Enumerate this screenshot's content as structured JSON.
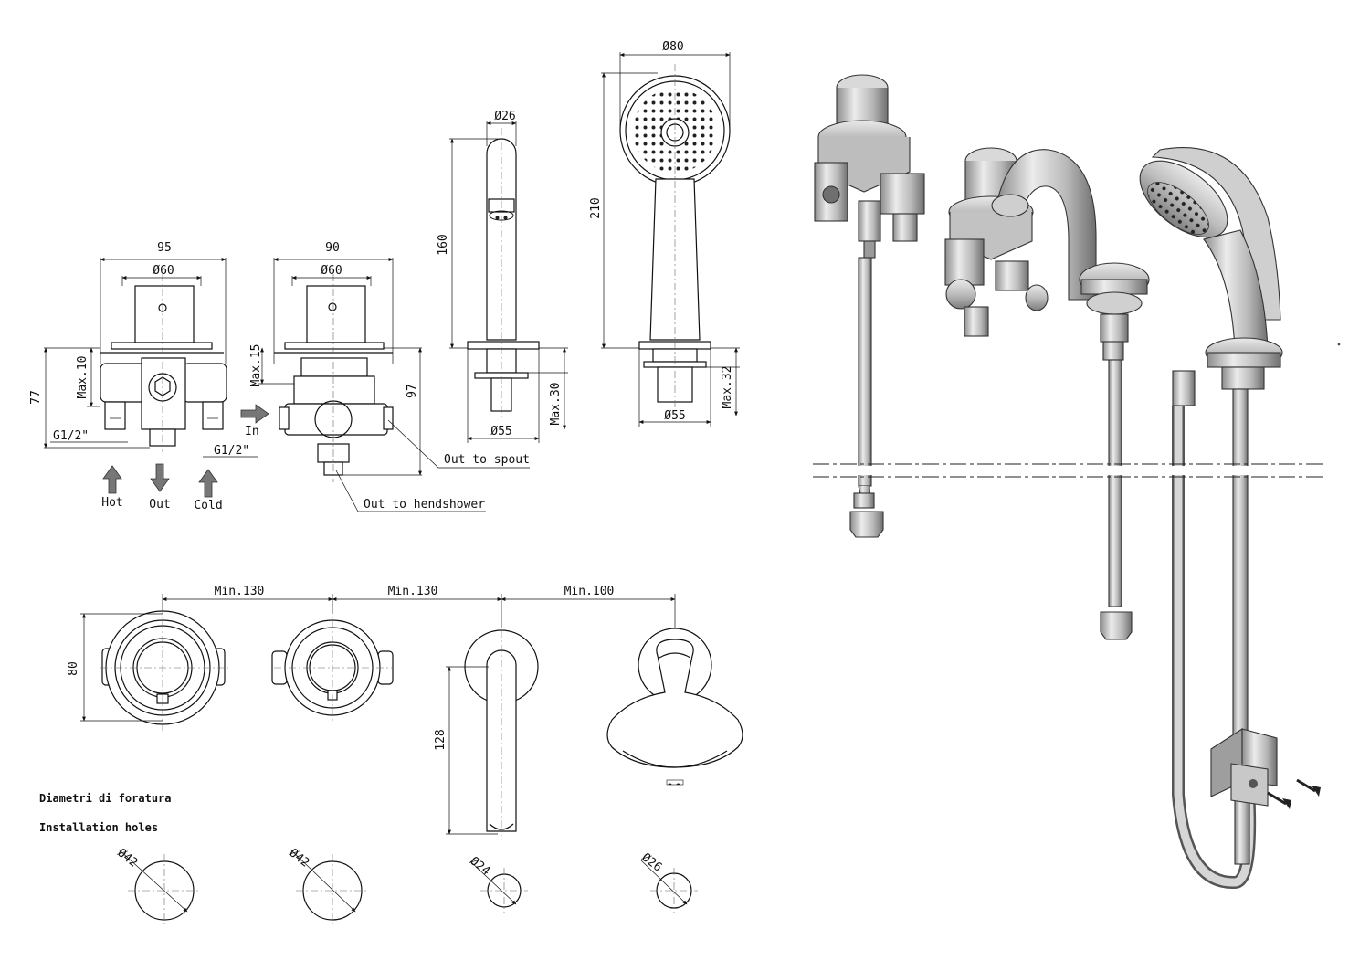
{
  "front_views": {
    "mixer": {
      "width": "95",
      "diameter": "Ø60",
      "height": "77",
      "max_depth": "Max.10",
      "thread_left": "G1/2\"",
      "thread_right": "G1/2\"",
      "flow_labels": [
        "Hot",
        "Out",
        "Cold"
      ]
    },
    "diverter": {
      "width": "90",
      "diameter": "Ø60",
      "height": "97",
      "max_depth": "Max.15",
      "inlet_label": "In",
      "callout_spout": "Out to spout",
      "callout_handshower": "Out to hendshower"
    },
    "spout": {
      "diameter_top": "Ø26",
      "height": "160",
      "diameter_base": "Ø55",
      "max_depth": "Max.30"
    },
    "handshower": {
      "diameter_head": "Ø80",
      "height": "210",
      "diameter_base": "Ø55",
      "max_depth": "Max.32"
    }
  },
  "top_views": {
    "spacings": [
      "Min.130",
      "Min.130",
      "Min.100"
    ],
    "depth": "80",
    "spout_reach": "128"
  },
  "installation": {
    "heading_it": "Diametri di foratura",
    "heading_en": "Installation holes",
    "holes": [
      "Ø42",
      "Ø42",
      "Ø24",
      "Ø26"
    ]
  },
  "colors": {
    "line": "#111111",
    "metal_light": "#e4e4e4",
    "metal_mid": "#b9b9b9",
    "metal_dark": "#7a7a7a",
    "arrow": "#777777"
  }
}
